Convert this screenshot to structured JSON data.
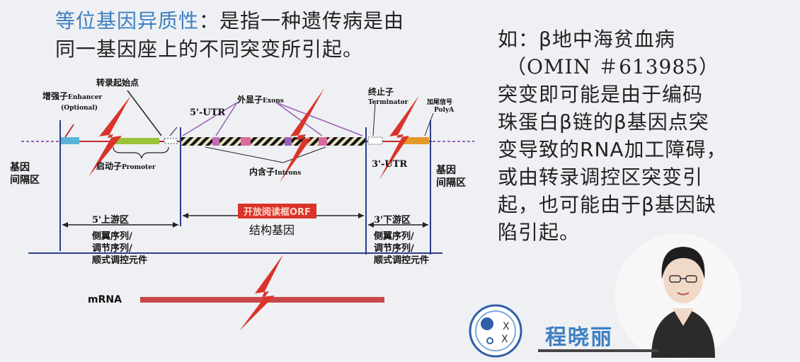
{
  "heading": {
    "term": "等位基因异质性",
    "colon": "：",
    "def_line1": "是指一种遗传病是由",
    "def_line2": "同一基因座上的不同突变所引起。"
  },
  "example": {
    "line1": "如：β地中海贫血病",
    "line2": "（OMIN ＃613985）",
    "line3": "突变即可能是由于编码",
    "line4": "珠蛋白β链的β基因点突",
    "line5": "变导致的RNA加工障碍，",
    "line6": "或由转录调控区突变引",
    "line7": "起，也可能由于β基因缺",
    "line8": "陷引起。"
  },
  "diagram": {
    "tss": "转录起始点",
    "enhancer": "增强子",
    "enhancer_en": "Enhancer",
    "enhancer_opt": "(Optional)",
    "utr5": "5'-UTR",
    "exons": "外显子",
    "exons_en": "Exons",
    "terminator": "终止子",
    "terminator_en": "Terminator",
    "polya": "加尾信号",
    "polya_en": "PolyA",
    "intergenic_left": [
      "基因",
      "间隔区"
    ],
    "intergenic_right": [
      "基因",
      "间隔区"
    ],
    "promoter": "启动子",
    "promoter_en": "Promoter",
    "introns": "内含子",
    "introns_en": "Introns",
    "utr3": "3'-UTR",
    "upstream": "5'上游区",
    "orf": "开放阅读框ORF",
    "structural_gene": "结构基因",
    "downstream": "3'下游区",
    "flank_left": [
      "侧翼序列/",
      "调节序列/",
      "顺式调控元件"
    ],
    "flank_right": [
      "侧翼序列/",
      "调节序列/",
      "顺式调控元件"
    ],
    "mrna": "mRNA"
  },
  "speaker": {
    "name": "程晓丽"
  },
  "colors": {
    "accent_blue": "#3f7fc1",
    "lightning": "#d9332a",
    "mrna_bar": "#c9474a",
    "gene_line": "#2b3c8c"
  }
}
